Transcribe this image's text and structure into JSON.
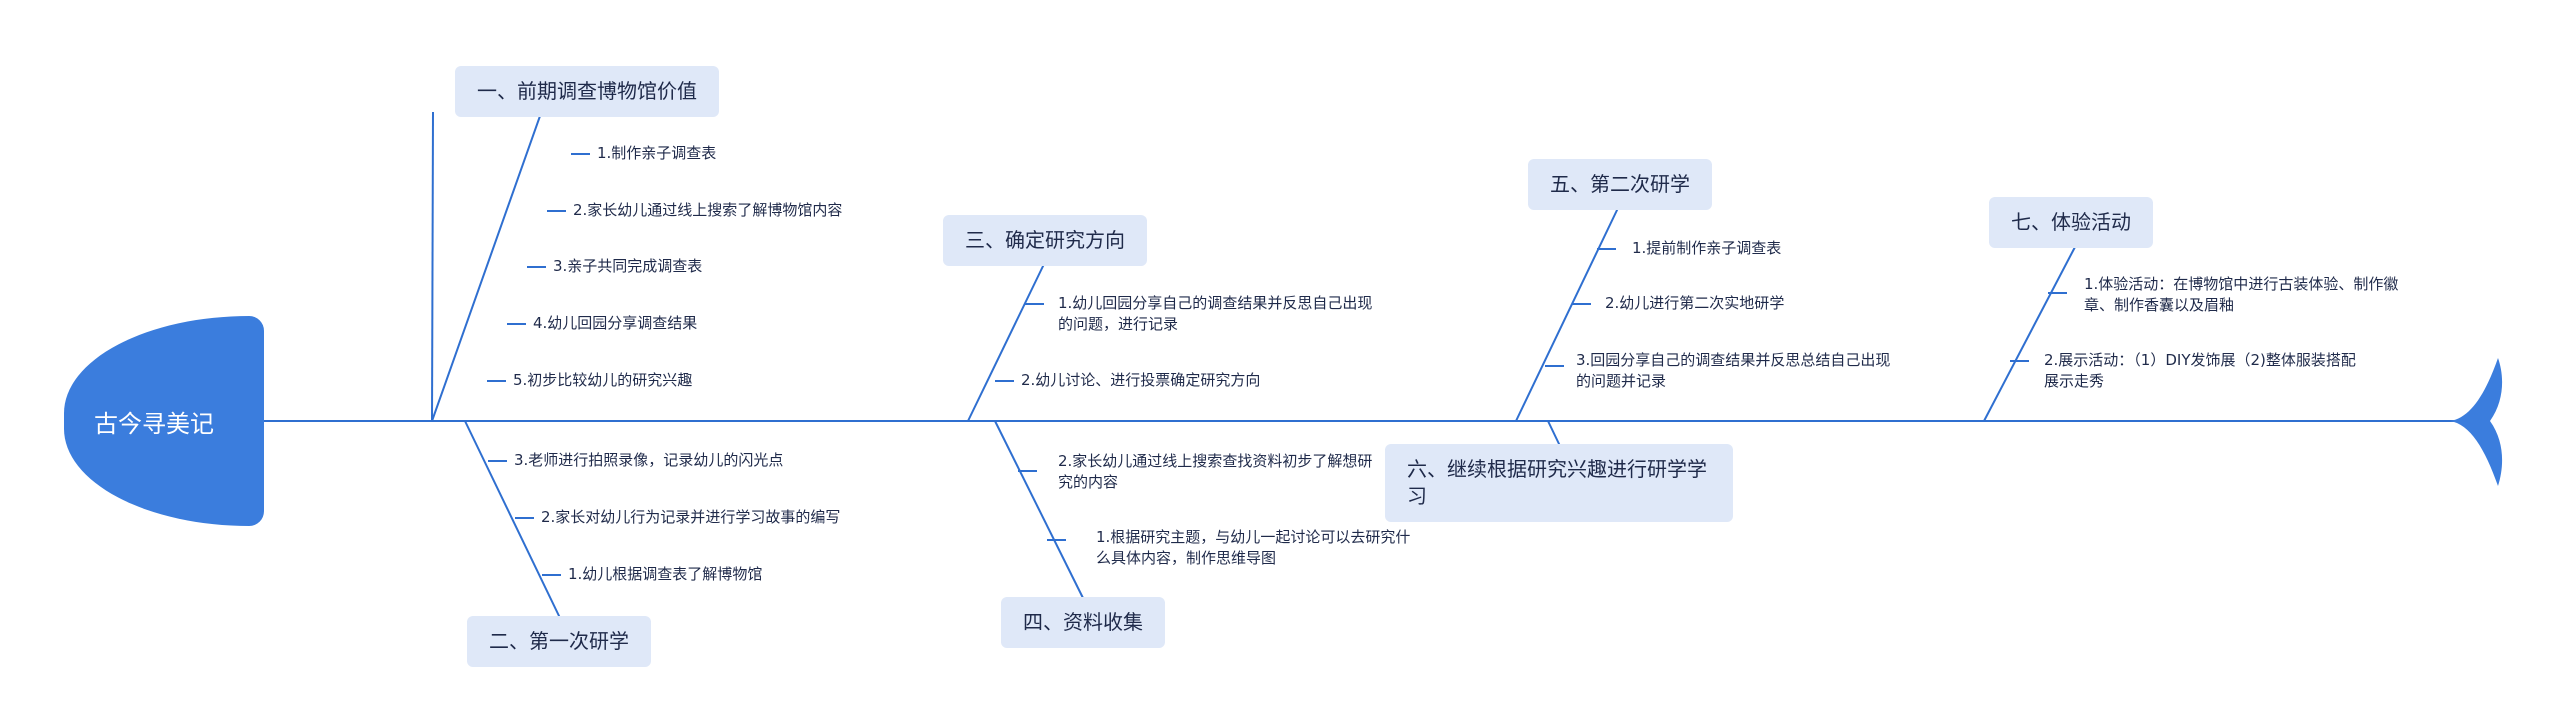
{
  "root": {
    "label": "古今寻美记"
  },
  "topics": [
    {
      "label": "一、前期调查博物馆价值",
      "items": [
        "1.制作亲子调查表",
        "2.家长幼儿通过线上搜索了解博物馆内容",
        "3.亲子共同完成调查表",
        "4.幼儿回园分享调查结果",
        "5.初步比较幼儿的研究兴趣"
      ]
    },
    {
      "label": "二、第一次研学",
      "items": [
        "3.老师进行拍照录像，记录幼儿的闪光点",
        "2.家长对幼儿行为记录并进行学习故事的编写",
        "1.幼儿根据调查表了解博物馆"
      ]
    },
    {
      "label": "三、确定研究方向",
      "items": [
        "1.幼儿回园分享自己的调查结果并反思自己出现的问题，进行记录",
        "2.幼儿讨论、进行投票确定研究方向"
      ]
    },
    {
      "label": "四、资料收集",
      "items": [
        "2.家长幼儿通过线上搜索查找资料初步了解想研究的内容",
        "1.根据研究主题，与幼儿一起讨论可以去研究什么具体内容，制作思维导图"
      ]
    },
    {
      "label": "五、第二次研学",
      "items": [
        "1.提前制作亲子调查表",
        "2.幼儿进行第二次实地研学",
        "3.回园分享自己的调查结果并反思总结自己出现的问题并记录"
      ]
    },
    {
      "label": "六、继续根据研究兴趣进行研学学习",
      "items": []
    },
    {
      "label": "七、体验活动",
      "items": [
        "1.体验活动：在博物馆中进行古装体验、制作徽章、制作香囊以及眉釉",
        "2.展示活动：（1）DIY发饰展（2)整体服装搭配展示走秀"
      ]
    }
  ],
  "colors": {
    "line": "#2f6fd0",
    "head": "#3b7ddd",
    "topic_bg": "#dfe8f8",
    "text": "#1f2a4a"
  }
}
